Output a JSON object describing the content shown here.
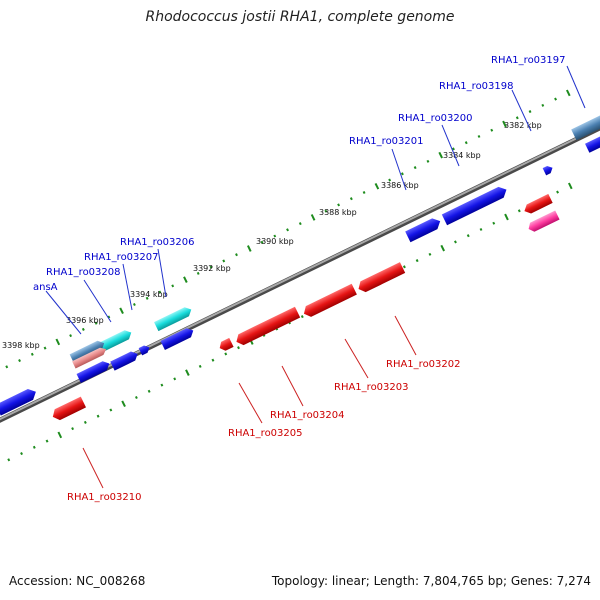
{
  "title": "Rhodococcus jostii RHA1, complete genome",
  "footer": {
    "accession": "Accession: NC_008268",
    "topology": "Topology: linear; Length: 7,804,765 bp; Genes: 7,274"
  },
  "colors": {
    "forward_gene": "#1414e6",
    "reverse_gene": "#e61414",
    "cyan_feature": "#19dcdc",
    "pink_feature": "#ff3ca0",
    "steel_feature": "#4a7fb0",
    "backbone": "#7a7a7a",
    "tick_marks": "#1e8c1e",
    "top_labels": "#0000cc",
    "bottom_labels": "#cc0000"
  },
  "scale_ticks": [
    {
      "label": "3382 kbp"
    },
    {
      "label": "3384 kbp"
    },
    {
      "label": "3386 kbp"
    },
    {
      "label": "3388 kbp"
    },
    {
      "label": "3390 kbp"
    },
    {
      "label": "3392 kbp"
    },
    {
      "label": "3394 kbp"
    },
    {
      "label": "3396 kbp"
    },
    {
      "label": "3398 kbp"
    }
  ],
  "top_genes": [
    {
      "name": "RHA1_ro03197"
    },
    {
      "name": "RHA1_ro03198"
    },
    {
      "name": "RHA1_ro03200"
    },
    {
      "name": "RHA1_ro03201"
    },
    {
      "name": "RHA1_ro03206"
    },
    {
      "name": "RHA1_ro03207"
    },
    {
      "name": "RHA1_ro03208"
    },
    {
      "name": "ansA"
    }
  ],
  "bottom_genes": [
    {
      "name": "RHA1_ro03202"
    },
    {
      "name": "RHA1_ro03203"
    },
    {
      "name": "RHA1_ro03204"
    },
    {
      "name": "RHA1_ro03205"
    },
    {
      "name": "RHA1_ro03210"
    }
  ]
}
